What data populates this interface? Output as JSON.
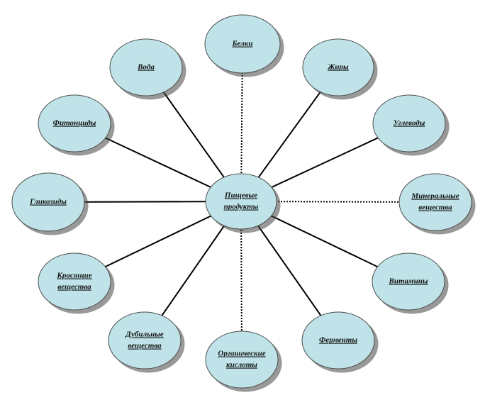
{
  "center": {
    "lines": [
      "Пищевые",
      "продукты"
    ]
  },
  "nodes": [
    {
      "id": "belki",
      "lines": [
        "Белки"
      ]
    },
    {
      "id": "zhiry",
      "lines": [
        "Жиры"
      ]
    },
    {
      "id": "uglevody",
      "lines": [
        "Углеводы"
      ]
    },
    {
      "id": "mineralnye",
      "lines": [
        "Минеральные",
        "вещества"
      ]
    },
    {
      "id": "vitaminy",
      "lines": [
        "Витамины"
      ]
    },
    {
      "id": "fermenty",
      "lines": [
        "Ферменты"
      ]
    },
    {
      "id": "organicheskie",
      "lines": [
        "Органические",
        "кислоты"
      ]
    },
    {
      "id": "dubilnye",
      "lines": [
        "Дубильные",
        "вещества"
      ]
    },
    {
      "id": "krasyashchie",
      "lines": [
        "Красящие",
        "вещества"
      ]
    },
    {
      "id": "glikozidy",
      "lines": [
        "Гликозиды"
      ]
    },
    {
      "id": "fitontsidy",
      "lines": [
        "Фитонциды"
      ]
    },
    {
      "id": "voda",
      "lines": [
        "Вода"
      ]
    }
  ],
  "colors": {
    "ellipse_fill": "#bfe3e8",
    "ellipse_stroke": "#4d4d4d",
    "spoke": "#000000",
    "text": "#111111"
  }
}
